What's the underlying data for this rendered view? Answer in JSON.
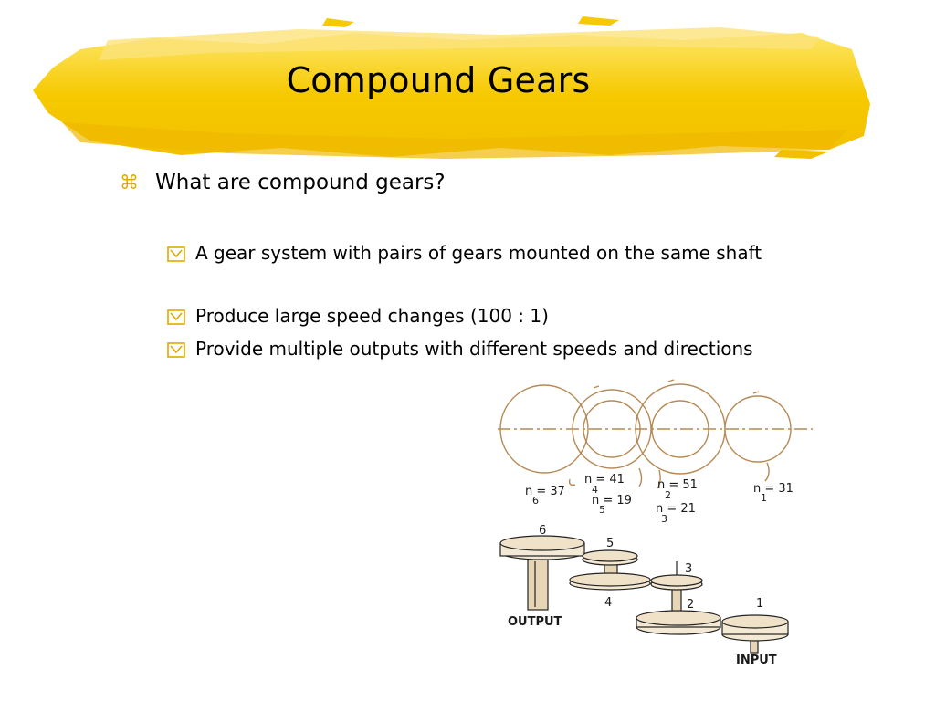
{
  "slide": {
    "title": "Compound Gears",
    "bullet_l1": "What are compound gears?",
    "bullets_l2": [
      "A gear system with pairs of gears mounted on the same shaft",
      "Produce large speed changes (100 : 1)",
      "Provide multiple outputs with different speeds and directions"
    ],
    "accent_color": "#f5c800"
  },
  "diagram": {
    "top_labels": {
      "n6": "n = 37",
      "n6_sub": "6",
      "n4": "n = 41",
      "n4_sub": "4",
      "n5": "n = 19",
      "n5_sub": "5",
      "n2": "n = 51",
      "n2_sub": "2",
      "n3": "n = 21",
      "n3_sub": "3",
      "n1": "n = 31",
      "n1_sub": "1"
    },
    "bottom_labels": {
      "g6": "6",
      "g5": "5",
      "g4": "4",
      "g3": "3",
      "g2": "2",
      "g1": "1",
      "output": "OUTPUT",
      "input": "INPUT"
    }
  }
}
